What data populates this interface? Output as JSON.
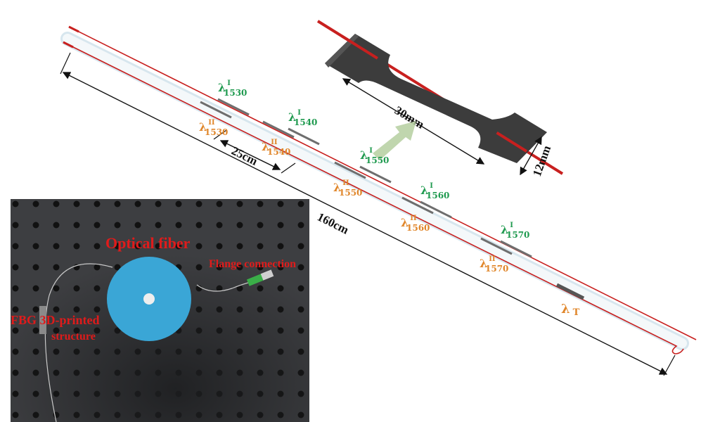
{
  "figure": {
    "colors": {
      "fiber_red": "#c8201f",
      "label_green": "#1f9a4f",
      "label_orange": "#e0862a",
      "annotation_red": "#e01b1b",
      "table": "#3a3b3d",
      "spool": "#3aa6d6",
      "specimen": "#3c3c3c"
    },
    "gratings": [
      {
        "upper": {
          "symbol": "λ",
          "sub": "1530",
          "sup": "I"
        },
        "lower": {
          "symbol": "λ",
          "sub": "1530",
          "sup": "II"
        }
      },
      {
        "upper": {
          "symbol": "λ",
          "sub": "1540",
          "sup": "I"
        },
        "lower": {
          "symbol": "λ",
          "sub": "1540",
          "sup": "II"
        }
      },
      {
        "upper": {
          "symbol": "λ",
          "sub": "1550",
          "sup": "I"
        },
        "lower": {
          "symbol": "λ",
          "sub": "1550",
          "sup": "II"
        }
      },
      {
        "upper": {
          "symbol": "λ",
          "sub": "1560",
          "sup": "I"
        },
        "lower": {
          "symbol": "λ",
          "sub": "1560",
          "sup": "II"
        }
      },
      {
        "upper": {
          "symbol": "λ",
          "sub": "1570",
          "sup": "I"
        },
        "lower": {
          "symbol": "λ",
          "sub": "1570",
          "sup": "II"
        }
      }
    ],
    "temperature_grating": {
      "symbol": "λ",
      "sub": "T"
    },
    "dimensions": {
      "spacing": "25cm",
      "total_length": "160cm",
      "specimen_length": "30mm",
      "specimen_width": "12mm"
    },
    "photo": {
      "optical_fiber": "Optical fiber",
      "flange": "Flange connection",
      "fbg_line1": "FBG 3D-printed",
      "fbg_line2": "structure"
    }
  }
}
